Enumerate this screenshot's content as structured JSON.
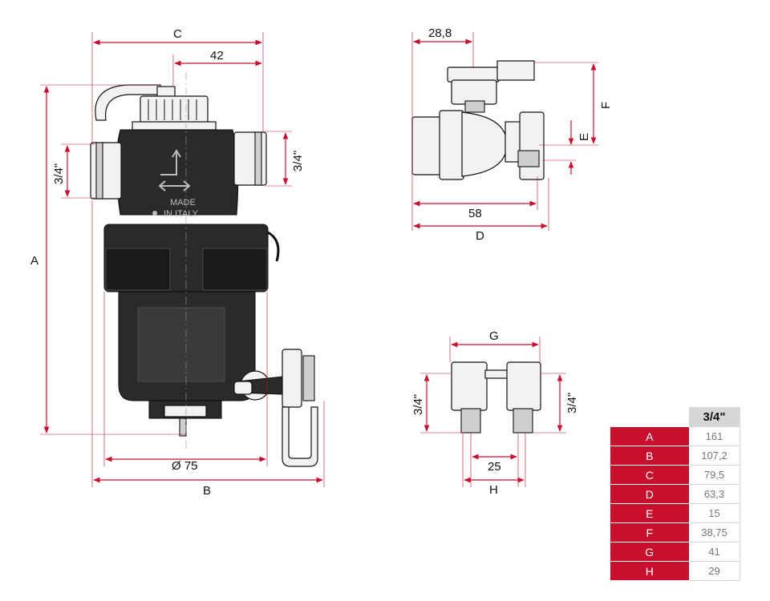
{
  "dimensions": {
    "C": "C",
    "d42": "42",
    "A": "A",
    "thread_left": "3/4\"",
    "thread_right": "3/4\"",
    "dia75": "Ø 75",
    "B": "B",
    "d288": "28,8",
    "F": "F",
    "E": "E",
    "d58": "58",
    "D": "D",
    "G": "G",
    "thread_g_left": "3/4\"",
    "thread_g_right": "3/4\"",
    "d25": "25",
    "H": "H"
  },
  "body_text": {
    "line1": "MADE",
    "line2": "IN ITALY"
  },
  "table": {
    "header": "3/4\"",
    "rows": [
      {
        "key": "A",
        "value": "161"
      },
      {
        "key": "B",
        "value": "107,2"
      },
      {
        "key": "C",
        "value": "79,5"
      },
      {
        "key": "D",
        "value": "63,3"
      },
      {
        "key": "E",
        "value": "15"
      },
      {
        "key": "F",
        "value": "38,75"
      },
      {
        "key": "G",
        "value": "41"
      },
      {
        "key": "H",
        "value": "29"
      }
    ]
  },
  "colors": {
    "accent": "#c8102e",
    "table_header": "#d6d6d6"
  }
}
